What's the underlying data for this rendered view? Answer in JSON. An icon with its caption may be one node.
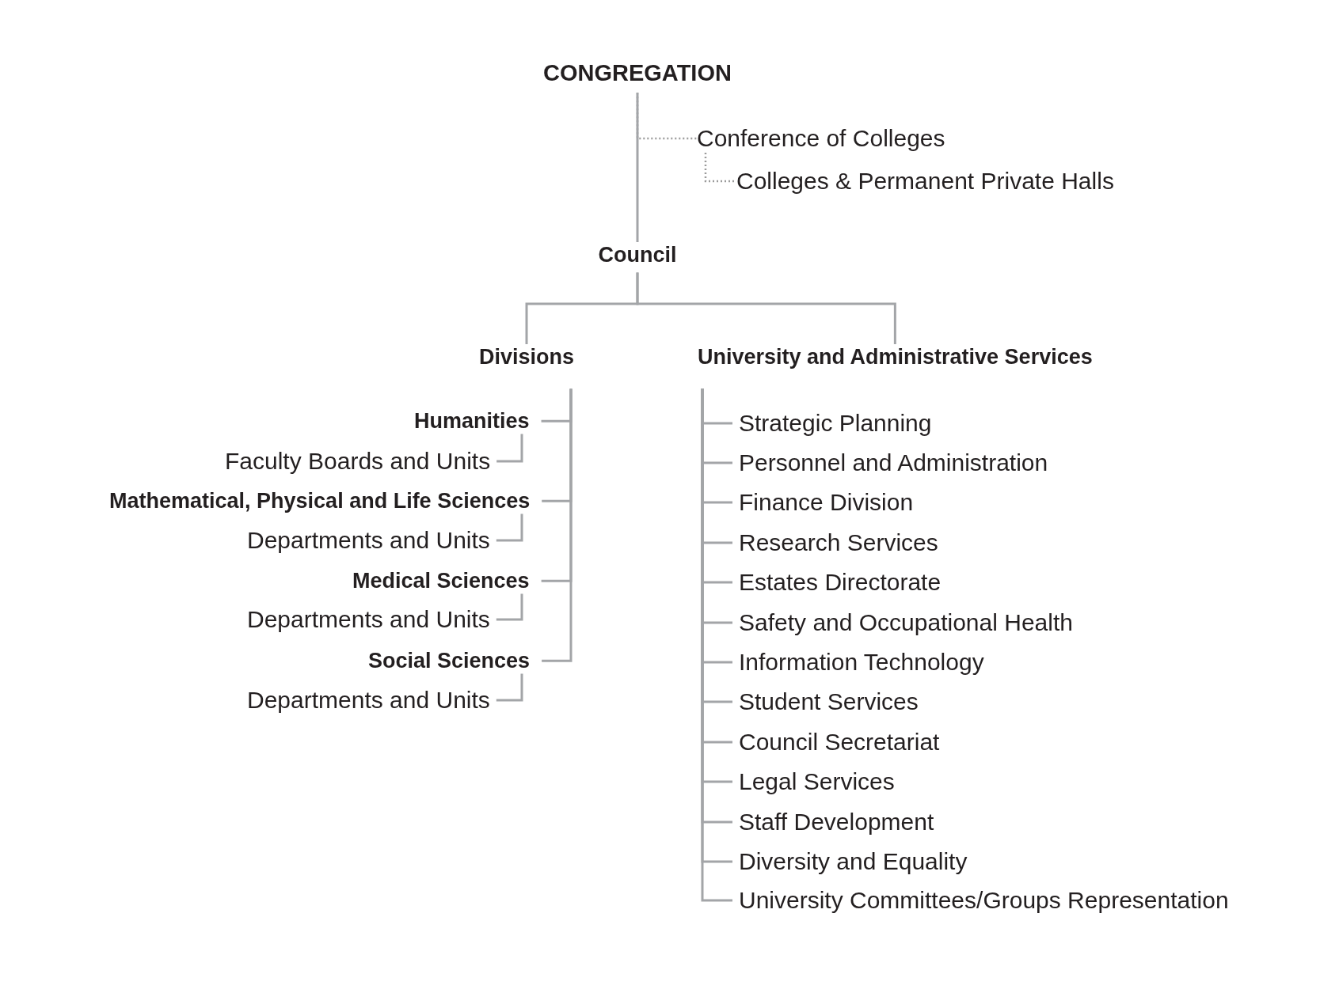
{
  "diagram": {
    "nodes": [
      {
        "text": [
          "CONGREGATION"
        ]
      },
      {
        "text": [
          "Conference of Colleges"
        ]
      },
      {
        "text": [
          "Colleges & Permanent Private Halls"
        ]
      },
      {
        "text": [
          "Council"
        ]
      },
      {
        "text": [
          "Divisions"
        ]
      },
      {
        "text": [
          "University and Administrative Services"
        ]
      },
      {
        "text": [
          "Humanities"
        ]
      },
      {
        "text": [
          "Faculty Boards and Units"
        ]
      },
      {
        "text": [
          "Mathematical, Physical and Life Sciences"
        ]
      },
      {
        "text": [
          "Departments and Units"
        ]
      },
      {
        "text": [
          "Medical Sciences"
        ]
      },
      {
        "text": [
          "Departments and Units"
        ]
      },
      {
        "text": [
          "Social Sciences"
        ]
      },
      {
        "text": [
          "Departments and Units"
        ]
      },
      {
        "text": [
          "Strategic Planning"
        ]
      },
      {
        "text": [
          "Personnel and Administration"
        ]
      },
      {
        "text": [
          "Finance Division"
        ]
      },
      {
        "text": [
          "Research Services"
        ]
      },
      {
        "text": [
          "Estates Directorate"
        ]
      },
      {
        "text": [
          "Safety and Occupational Health"
        ]
      },
      {
        "text": [
          "Information Technology"
        ]
      },
      {
        "text": [
          "Student Services"
        ]
      },
      {
        "text": [
          "Council Secretariat"
        ]
      },
      {
        "text": [
          "Legal Services"
        ]
      },
      {
        "text": [
          "Staff Development"
        ]
      },
      {
        "text": [
          "Diversity and Equality"
        ]
      },
      {
        "text": [
          "University Committees/Groups Representation"
        ]
      }
    ],
    "edges": [
      {
        "from": 0,
        "to": 3,
        "arrow": "none"
      },
      {
        "from": 0,
        "to": 1,
        "arrow": "none",
        "style": "dashed"
      },
      {
        "from": 1,
        "to": 2,
        "arrow": "none",
        "style": "dashed"
      },
      {
        "from": 3,
        "to": 4,
        "arrow": "none"
      },
      {
        "from": 3,
        "to": 5,
        "arrow": "none"
      },
      {
        "from": 4,
        "to": 6,
        "arrow": "none"
      },
      {
        "from": 4,
        "to": 8,
        "arrow": "none"
      },
      {
        "from": 4,
        "to": 10,
        "arrow": "none"
      },
      {
        "from": 4,
        "to": 12,
        "arrow": "none"
      },
      {
        "from": 6,
        "to": 7,
        "arrow": "none"
      },
      {
        "from": 8,
        "to": 9,
        "arrow": "none"
      },
      {
        "from": 10,
        "to": 11,
        "arrow": "none"
      },
      {
        "from": 12,
        "to": 13,
        "arrow": "none"
      },
      {
        "from": 5,
        "to": 14,
        "arrow": "none"
      },
      {
        "from": 5,
        "to": 15,
        "arrow": "none"
      },
      {
        "from": 5,
        "to": 16,
        "arrow": "none"
      },
      {
        "from": 5,
        "to": 17,
        "arrow": "none"
      },
      {
        "from": 5,
        "to": 18,
        "arrow": "none"
      },
      {
        "from": 5,
        "to": 19,
        "arrow": "none"
      },
      {
        "from": 5,
        "to": 20,
        "arrow": "none"
      },
      {
        "from": 5,
        "to": 21,
        "arrow": "none"
      },
      {
        "from": 5,
        "to": 22,
        "arrow": "none"
      },
      {
        "from": 5,
        "to": 23,
        "arrow": "none"
      },
      {
        "from": 5,
        "to": 24,
        "arrow": "none"
      },
      {
        "from": 5,
        "to": 25,
        "arrow": "none"
      },
      {
        "from": 5,
        "to": 26,
        "arrow": "none"
      }
    ]
  }
}
